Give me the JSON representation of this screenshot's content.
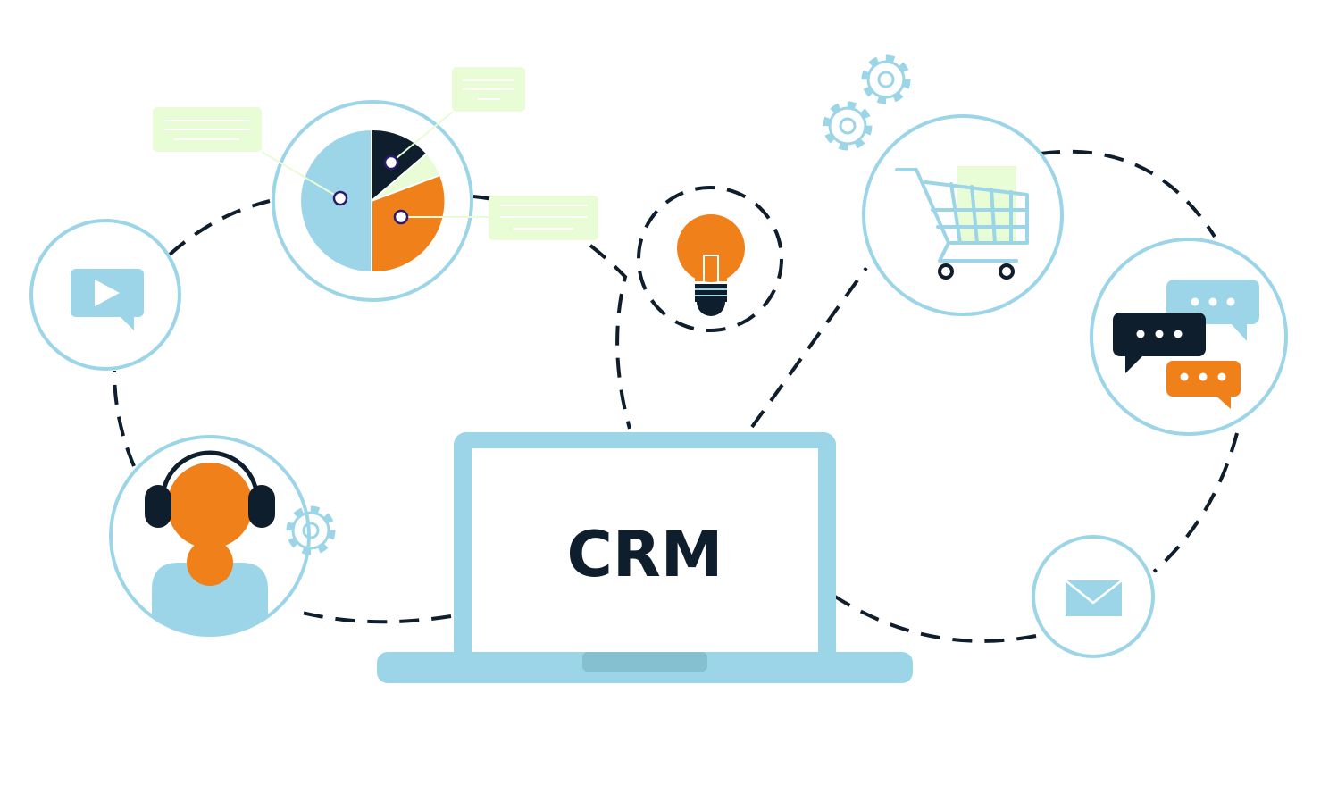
{
  "laptop": {
    "screen_text": "CRM"
  },
  "colors": {
    "light_blue": "#9CD5E8",
    "dark": "#0F1E2C",
    "orange": "#F0801A",
    "light_green": "#E8FCD6",
    "laptop_notch": "#85C0D0"
  },
  "pie_chart": {
    "slices": [
      {
        "name": "light-blue",
        "percent": 50
      },
      {
        "name": "dark",
        "percent": 12.5
      },
      {
        "name": "light-green",
        "percent": 7.5
      },
      {
        "name": "orange",
        "percent": 30
      }
    ]
  },
  "icons": [
    "video-icon",
    "pie-chart-icon",
    "lightbulb-icon",
    "shopping-cart-icon",
    "chat-bubbles-icon",
    "mail-icon",
    "support-agent-icon",
    "gear-icon"
  ]
}
